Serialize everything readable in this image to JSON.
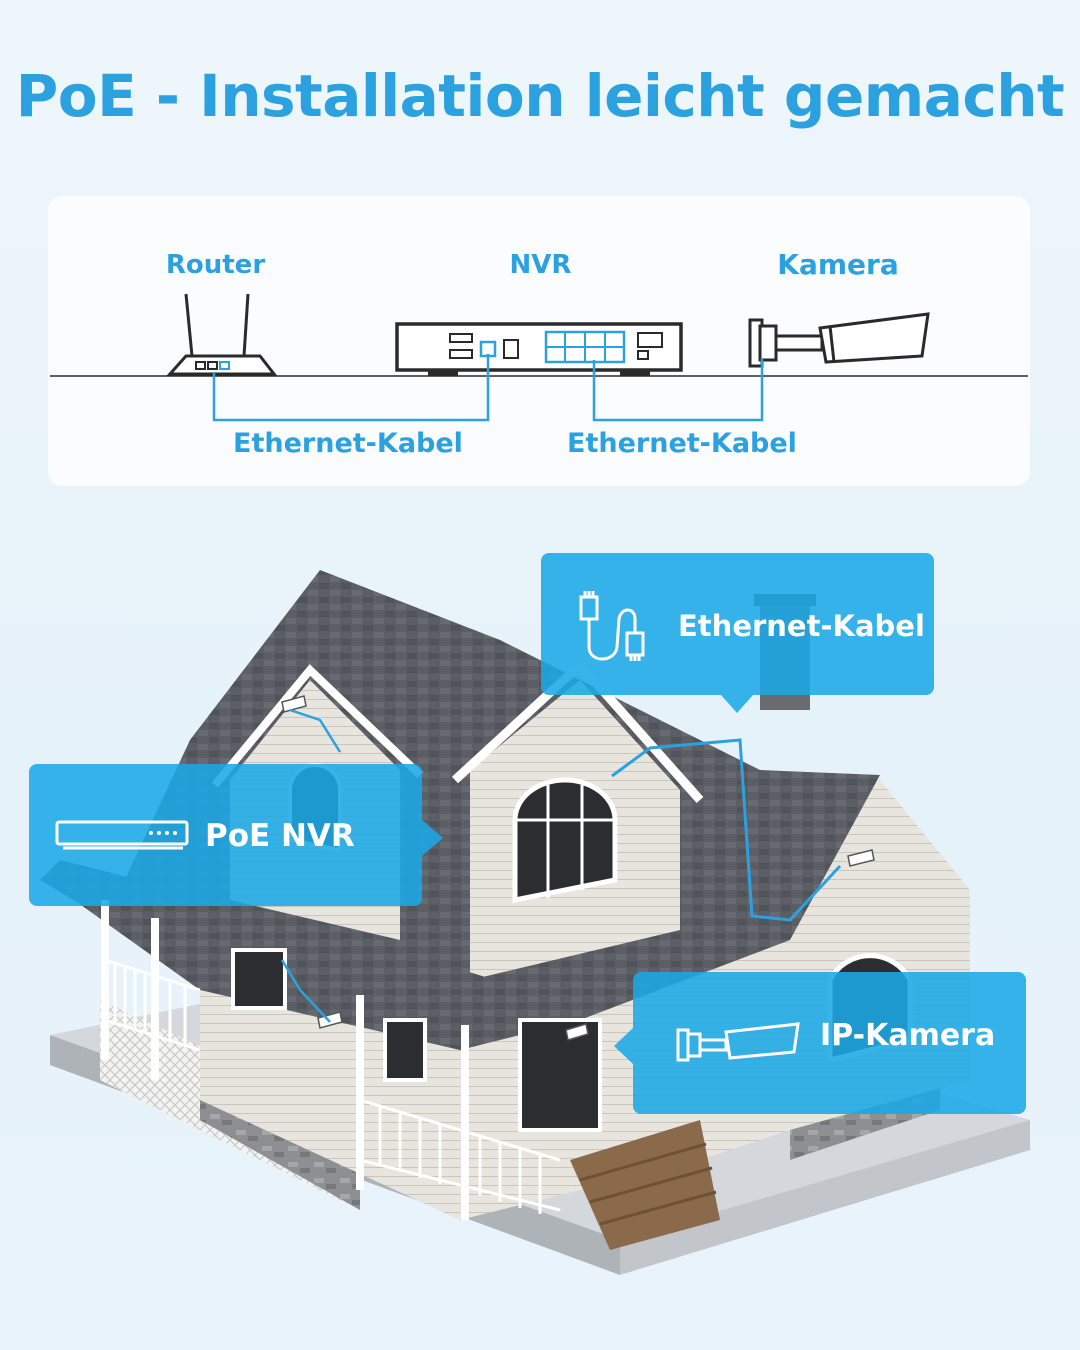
{
  "title": "PoE - Installation leicht gemacht",
  "colors": {
    "accent": "#2ba1e0",
    "accent_panel": "rgba(27,168,230,0.88)",
    "line_dark": "#2a2a2a",
    "card_bg": "#fafcfd",
    "page_bg": "#e8f3fb",
    "roof": "#5a5d63",
    "siding": "#e9e7e0"
  },
  "diagram": {
    "devices": [
      {
        "label": "Router",
        "icon": "router-icon"
      },
      {
        "label": "NVR",
        "icon": "nvr-icon"
      },
      {
        "label": "Kamera",
        "icon": "bullet-camera-icon"
      }
    ],
    "cables": [
      {
        "label": "Ethernet-Kabel",
        "from": "Router",
        "to": "NVR"
      },
      {
        "label": "Ethernet-Kabel",
        "from": "NVR",
        "to": "Kamera"
      }
    ]
  },
  "callouts": {
    "ethernet": {
      "label": "Ethernet-Kabel",
      "icon": "ethernet-cable-icon"
    },
    "nvr": {
      "label": "PoE NVR",
      "icon": "nvr-icon"
    },
    "camera": {
      "label": "IP-Kamera",
      "icon": "bullet-camera-icon"
    }
  }
}
